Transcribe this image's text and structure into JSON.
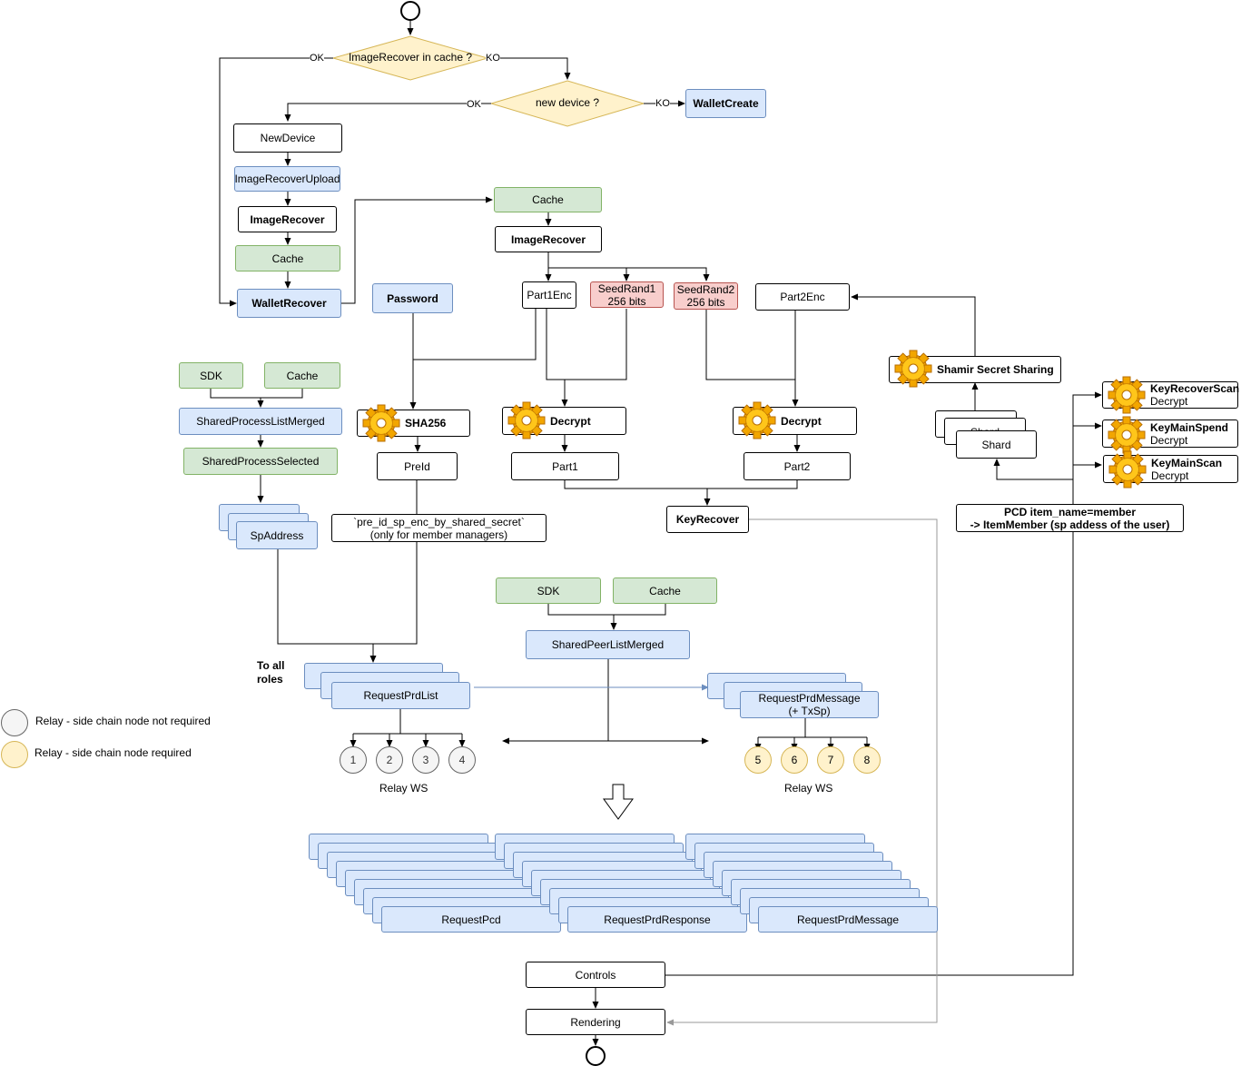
{
  "decisions": {
    "cache_check": "ImageRecover in cache ?",
    "new_device": "new device ?",
    "ok": "OK",
    "ko": "KO"
  },
  "nodes": {
    "wallet_create": "WalletCreate",
    "new_device": "NewDevice",
    "image_recover_upload": "ImageRecoverUpload",
    "image_recover": "ImageRecover",
    "cache": "Cache",
    "wallet_recover": "WalletRecover",
    "password": "Password",
    "part1enc": "Part1Enc",
    "seedrand1": "SeedRand1\n256 bits",
    "seedrand2": "SeedRand2\n256 bits",
    "part2enc": "Part2Enc",
    "shamir": "Shamir Secret Sharing",
    "shard": "Shard",
    "shard_partial": "Shard",
    "key_recover_scan": "KeyRecoverScan",
    "key_main_spend": "KeyMainSpend",
    "key_main_scan": "KeyMainScan",
    "decrypt": "Decrypt",
    "sdk": "SDK",
    "shared_process_list_merged": "SharedProcessListMerged",
    "shared_process_selected": "SharedProcessSelected",
    "sha256": "SHA256",
    "pre_id": "PreId",
    "part1": "Part1",
    "part2": "Part2",
    "key_recover": "KeyRecover",
    "pcd_item": "PCD item_name=member\n-> ItemMember (sp addess of the user)",
    "sp_address": "SpAddress",
    "pre_id_enc": "`pre_id_sp_enc_by_shared_secret`\n(only for member managers)",
    "shared_peer_list_merged": "SharedPeerListMerged",
    "request_prd_list": "RequestPrdList",
    "request_prd_message_txsp": "RequestPrdMessage\n(+ TxSp)",
    "request_pcd": "RequestPcd",
    "request_prd_response": "RequestPrdResponse",
    "request_prd_message": "RequestPrdMessage",
    "controls": "Controls",
    "rendering": "Rendering"
  },
  "labels": {
    "to_all_roles": "To all\nroles",
    "relay_ws": "Relay WS"
  },
  "legend": [
    {
      "text": "Relay - side chain node not required",
      "color": "#f5f5f5"
    },
    {
      "text": "Relay - side chain node required",
      "color": "#fff2cc"
    }
  ],
  "relays_not_required": [
    "1",
    "2",
    "3",
    "4"
  ],
  "relays_required": [
    "5",
    "6",
    "7",
    "8"
  ],
  "colors": {
    "blue_fill": "#dae8fc",
    "green_fill": "#d5e8d4",
    "red_fill": "#f8cecc",
    "yellow_fill": "#fff2cc",
    "decision_fill": "#fff2cc",
    "decision_stroke": "#d6b656"
  }
}
